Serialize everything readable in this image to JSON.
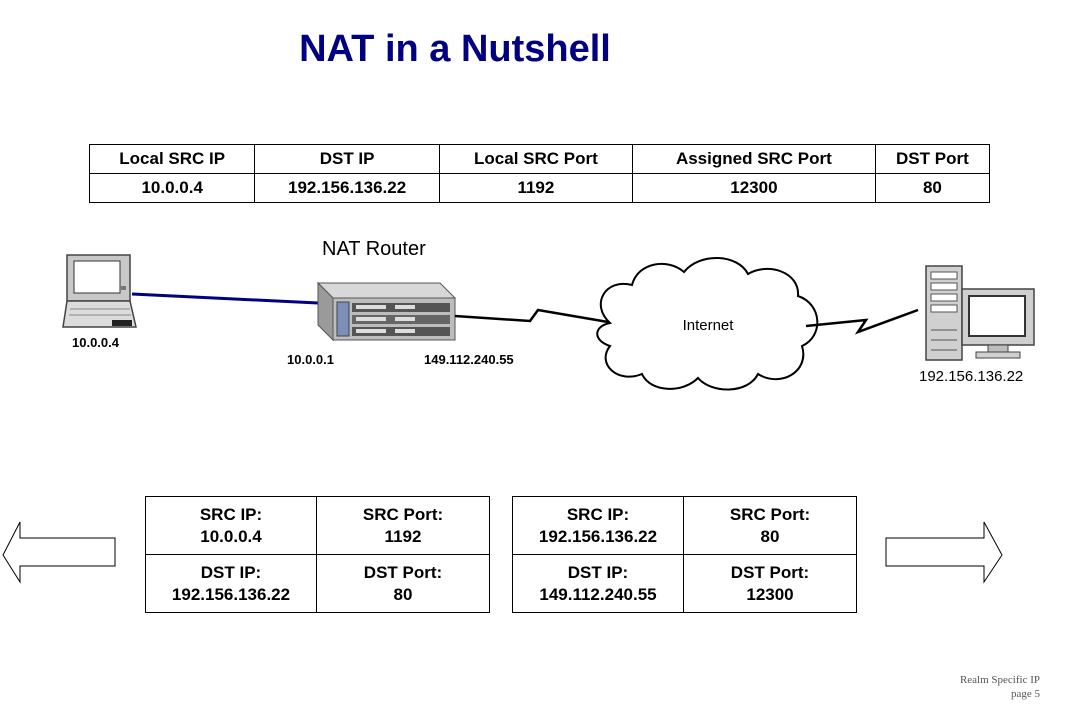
{
  "title": "NAT in a Nutshell",
  "nat_table": {
    "headers": [
      "Local SRC IP",
      "DST IP",
      "Local SRC Port",
      "Assigned SRC Port",
      "DST Port"
    ],
    "row": [
      "10.0.0.4",
      "192.156.136.22",
      "1192",
      "12300",
      "80"
    ]
  },
  "diagram": {
    "router_label": "NAT Router",
    "laptop_ip": "10.0.0.4",
    "router_inside_ip": "10.0.0.1",
    "router_outside_ip": "149.112.240.55",
    "cloud_label": "Internet",
    "server_ip": "192.156.136.22"
  },
  "packet_outbound": {
    "src_ip_label": "SRC IP:",
    "src_ip": "10.0.0.4",
    "src_port_label": "SRC Port:",
    "src_port": "1192",
    "dst_ip_label": "DST IP:",
    "dst_ip": "192.156.136.22",
    "dst_port_label": "DST Port:",
    "dst_port": "80"
  },
  "packet_translated": {
    "src_ip_label": "SRC IP:",
    "src_ip": "192.156.136.22",
    "src_port_label": "SRC Port:",
    "src_port": "80",
    "dst_ip_label": "DST IP:",
    "dst_ip": "149.112.240.55",
    "dst_port_label": "DST Port:",
    "dst_port": "12300"
  },
  "footer": {
    "line1": "Realm Specific IP",
    "line2": "page 5"
  },
  "colors": {
    "title": "#000080",
    "link_line": "#000080"
  }
}
